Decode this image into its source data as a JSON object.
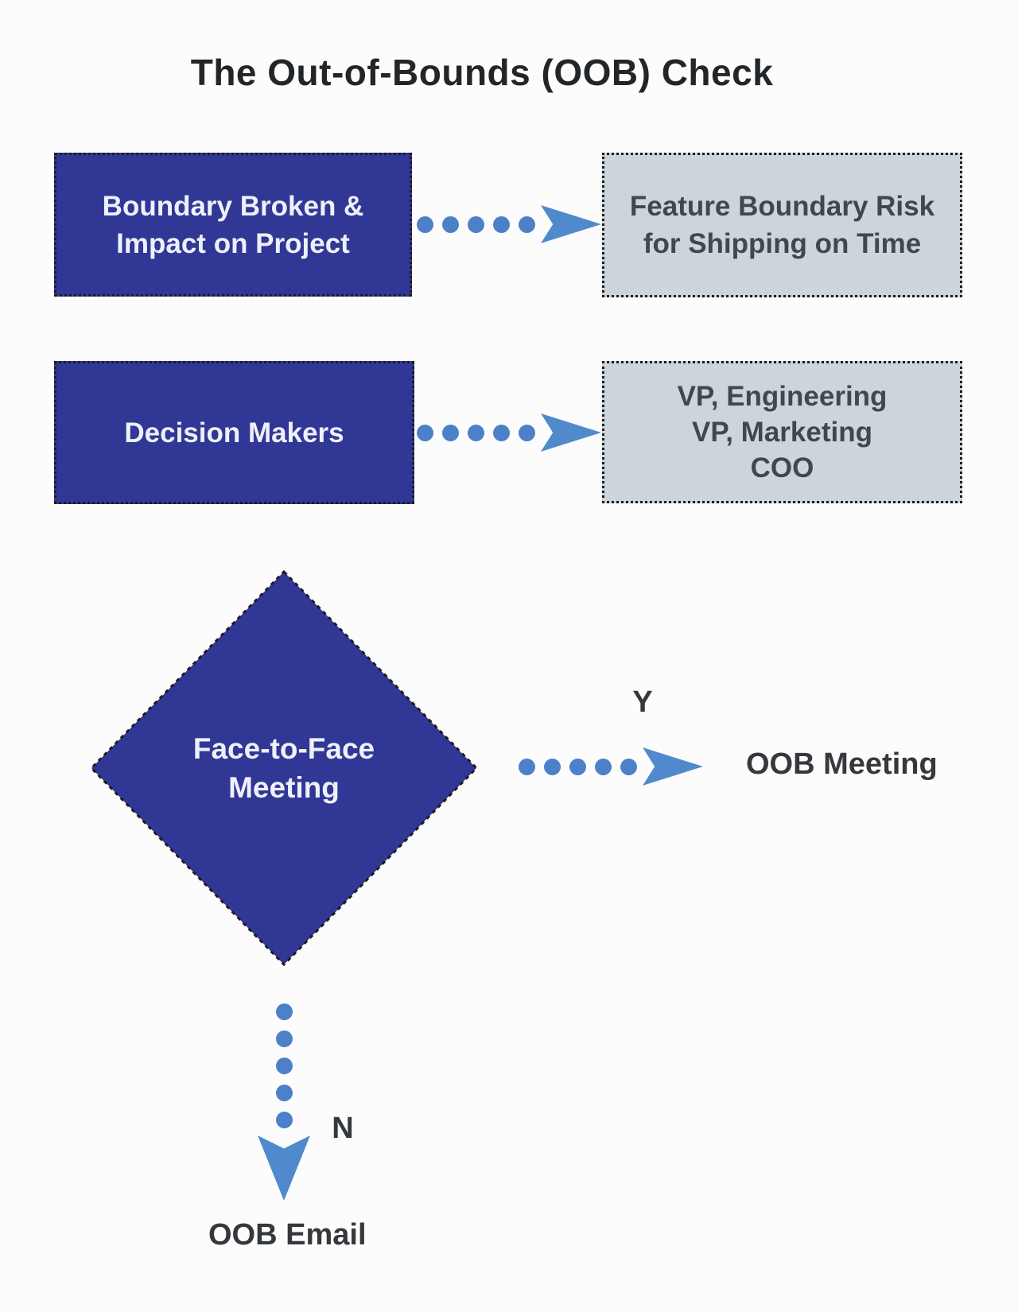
{
  "title": "The Out-of-Bounds (OOB) Check",
  "flowchart": {
    "row1": {
      "source": {
        "line1": "Boundary Broken &",
        "line2": "Impact on Project"
      },
      "target": {
        "line1": "Feature Boundary Risk",
        "line2": "for Shipping on Time"
      }
    },
    "row2": {
      "source": {
        "line1": "Decision Makers"
      },
      "target": {
        "line1": "VP, Engineering",
        "line2": "VP, Marketing",
        "line3": "COO"
      }
    },
    "decision": {
      "line1": "Face-to-Face",
      "line2": "Meeting",
      "yes_label": "Y",
      "yes_outcome": "OOB Meeting",
      "no_label": "N",
      "no_outcome": "OOB Email"
    }
  },
  "colors": {
    "background": "#FCFCFC",
    "node_dark_fill": "#313795",
    "node_dark_text": "#EEF0FA",
    "node_light_fill": "#CDD5DA",
    "node_light_text": "#42474C",
    "dotted_border": "#1D1D1D",
    "connector_blue": "#4C80C8",
    "arrowhead_blue": "#5189CD",
    "title_text": "#232629",
    "label_text": "#35383C"
  }
}
